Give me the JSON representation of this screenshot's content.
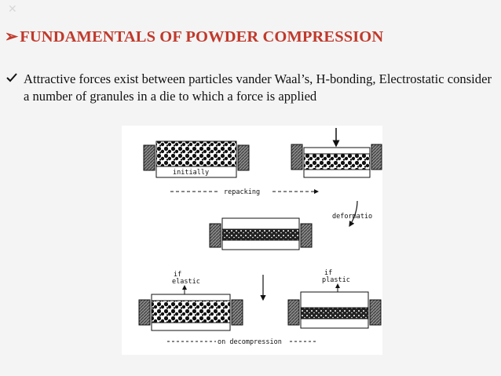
{
  "slide": {
    "title_bullet_icon": "arrow-bullet-icon",
    "title": "FUNDAMENTALS OF POWDER COMPRESSION",
    "bullet_icon": "checkmark-icon",
    "body": "Attractive forces exist between particles vander Waal’s, H-bonding, Electrostatic consider a number of granules in a die to which a force is applied",
    "accent_color": "#c0392b"
  },
  "figure": {
    "labels": {
      "initially": "initially",
      "repacking": "repacking",
      "deformation": "deformatio",
      "if_elastic_1": "if",
      "if_elastic_2": "elastic",
      "if_plastic_1": "if",
      "if_plastic_2": "plastic",
      "decompression": "on decompression"
    }
  }
}
